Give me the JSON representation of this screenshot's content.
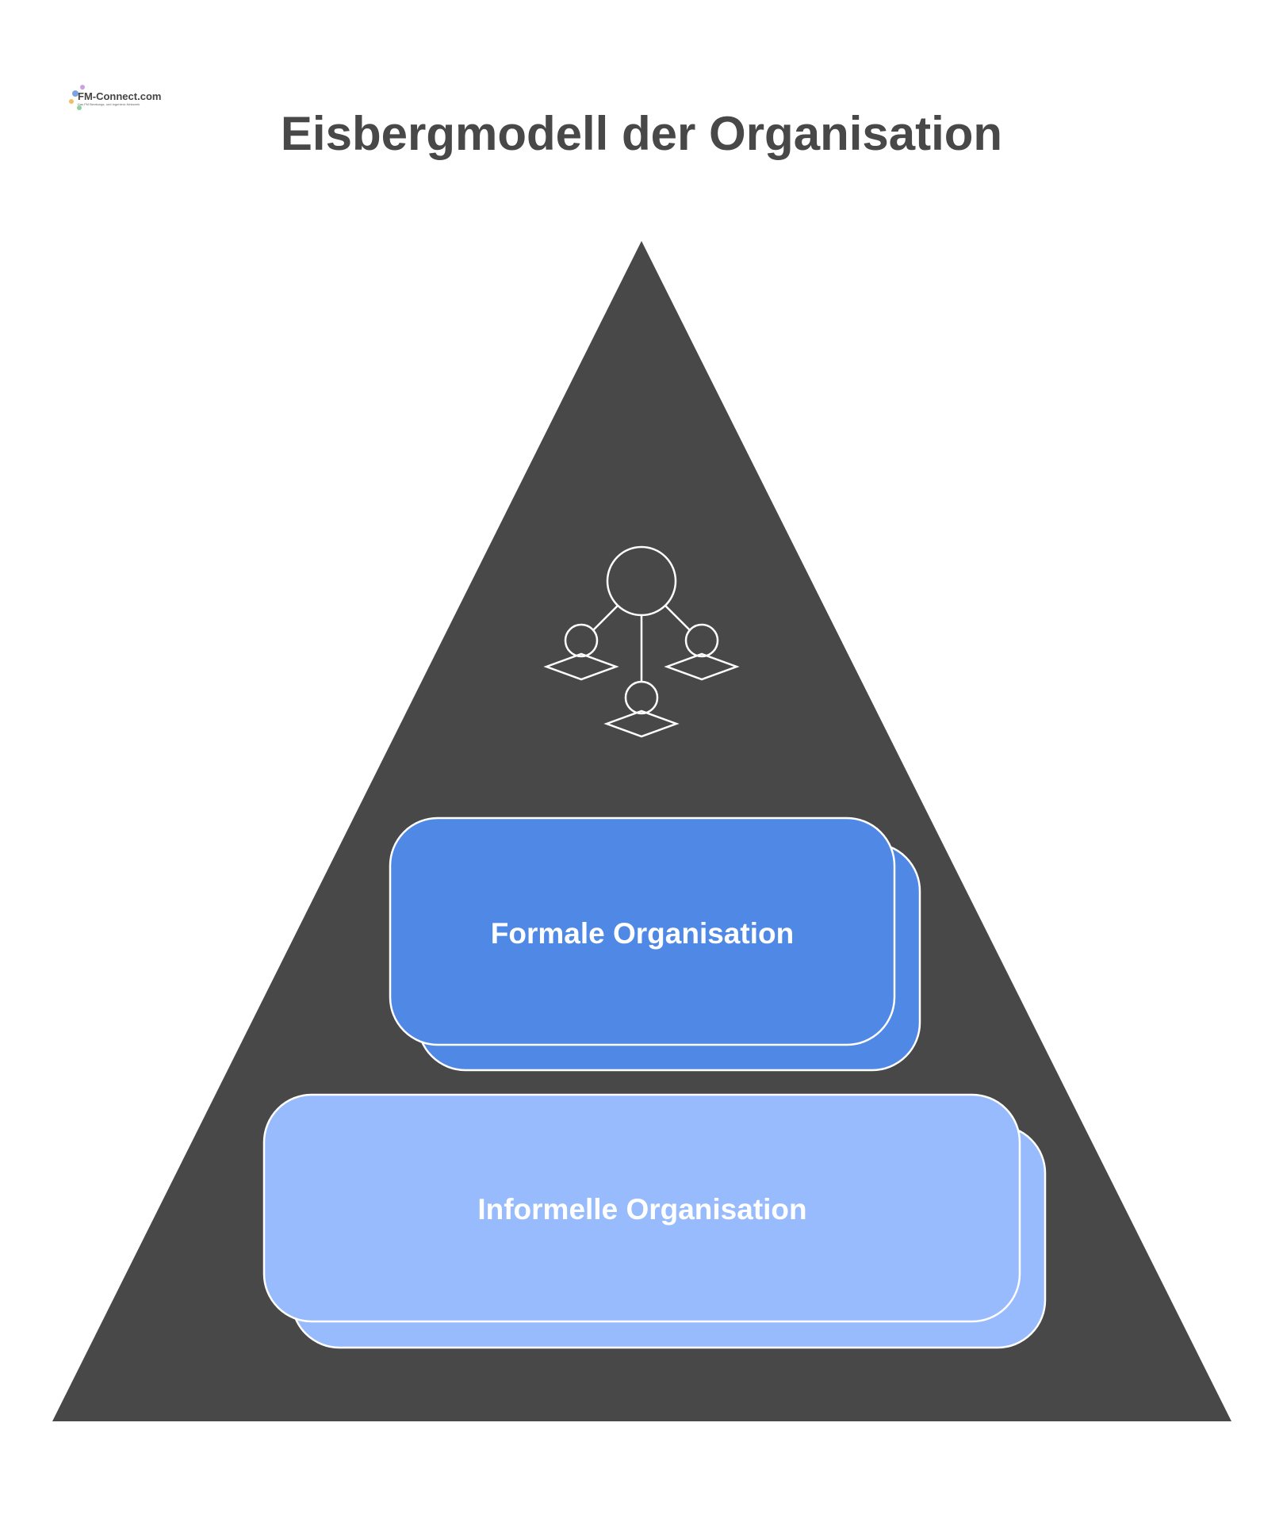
{
  "logo": {
    "text": "FM-Connect.com",
    "tagline": "Das FM Beratungs- und Ingenieur-Netzwerk"
  },
  "title": "Eisbergmodell der Organisation",
  "levels": [
    {
      "label": "Formale Organisation",
      "color": "#4f89e5"
    },
    {
      "label": "Informelle Organisation",
      "color": "#97bbfc"
    }
  ],
  "icon": "organization-hierarchy-icon",
  "colors": {
    "triangle": "#484848",
    "title": "#484848"
  }
}
